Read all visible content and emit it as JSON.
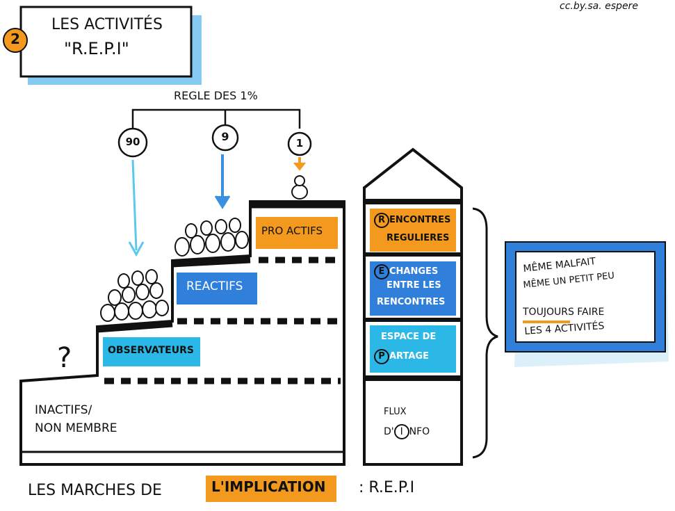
{
  "license": "cc.by.sa. espere",
  "section_number": "2",
  "title_line1": "LES ACTIVITÉS",
  "title_line2": "\"R.E.P.I\"",
  "rule_label": "REGLE DES 1%",
  "circles": [
    "90",
    "9",
    "1"
  ],
  "steps": {
    "inactive": "INACTIFS/\nNON MEMBRE",
    "observers": "OBSERVATEURS",
    "reactive": "REACTIFS",
    "proactive": "PRO ACTIFS",
    "question": "?"
  },
  "tower": {
    "r": {
      "letter": "R",
      "line1": "ENCONTRES",
      "line2": "REGULIERES"
    },
    "e": {
      "letter": "E",
      "line1": "CHANGES",
      "line2": "ENTRE LES",
      "line3": "RENCONTRES"
    },
    "p": {
      "line1": "ESPACE DE",
      "letter": "P",
      "line2": "ARTAGE"
    },
    "i": {
      "line1": "FLUX",
      "prefix": "D'",
      "letter": "I",
      "line2": "NFO"
    }
  },
  "note": {
    "line1": "MÊME MALFAIT",
    "line2": "MÊME UN PETIT PEU",
    "line3_highlight": "TOUJOURS",
    "line3_rest": "FAIRE",
    "line4": "LES 4 ACTIVITÉS"
  },
  "footer": {
    "prefix": "LES MARCHES DE",
    "highlight": "L'IMPLICATION",
    "suffix": ": R.E.P.I"
  },
  "colors": {
    "orange": "#F39A1E",
    "blue": "#2F7FDB",
    "cyan": "#2BB8E6",
    "light_blue": "#5BB8EE"
  }
}
